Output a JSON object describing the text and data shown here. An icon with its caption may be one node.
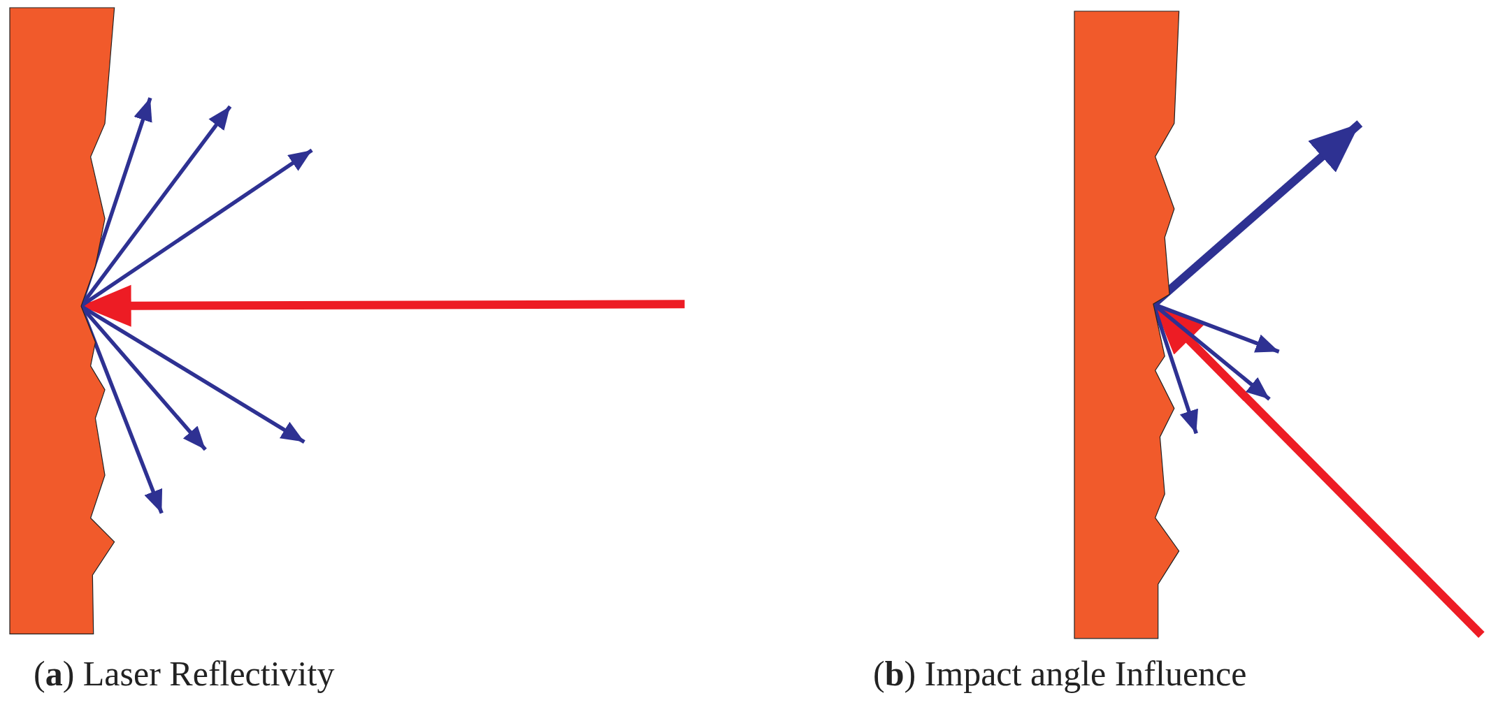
{
  "diagram": {
    "nodes": [
      {
        "text": [],
        "shape": "box"
      },
      {
        "text": [],
        "shape": "box"
      }
    ],
    "edges": [
      {
        "from": null,
        "to": 0,
        "arrow": "to",
        "style": "thick",
        "color": "#ed1c24"
      },
      {
        "from": 0,
        "to": null,
        "arrow": "to"
      },
      {
        "from": 0,
        "to": null,
        "arrow": "to"
      },
      {
        "from": 0,
        "to": null,
        "arrow": "to"
      },
      {
        "from": 0,
        "to": null,
        "arrow": "to"
      },
      {
        "from": 0,
        "to": null,
        "arrow": "to"
      },
      {
        "from": 0,
        "to": null,
        "arrow": "to"
      },
      {
        "from": null,
        "to": 1,
        "arrow": "to",
        "style": "thick",
        "color": "#ed1c24"
      },
      {
        "from": 1,
        "to": null,
        "arrow": "to",
        "style": "thick"
      },
      {
        "from": 1,
        "to": null,
        "arrow": "to"
      },
      {
        "from": 1,
        "to": null,
        "arrow": "to"
      },
      {
        "from": 1,
        "to": null,
        "arrow": "to"
      }
    ],
    "labels": [
      "(**a**) Laser Reflectivity",
      "(**b**) Impact angle Influence"
    ]
  }
}
